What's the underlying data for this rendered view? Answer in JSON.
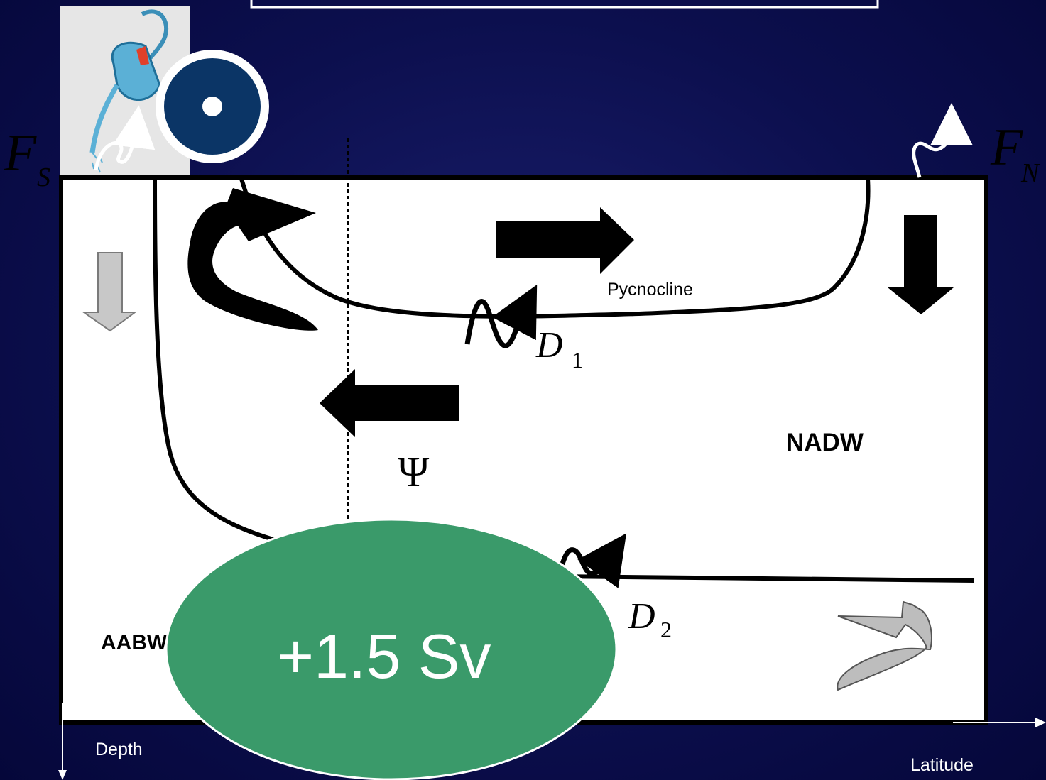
{
  "labels": {
    "pycnocline": "Pycnocline",
    "nadw": "NADW",
    "aabw": "AABW",
    "depth": "Depth",
    "latitude": "Latitude",
    "psi": "Ψ",
    "fs_main": "F",
    "fs_sub": "S",
    "fn_main": "F",
    "fn_sub": "N",
    "d1_main": "D",
    "d1_sub": "1",
    "d2_main": "D",
    "d2_sub": "2",
    "flux_badge": "+1.5 Sv"
  },
  "colors": {
    "background": "#0c0f4e",
    "badge": "#3a9a6a",
    "gray_arrow": "#bdbdbd",
    "marker": "#0b3566"
  },
  "icons": [
    "watering-can-icon",
    "surface-marker-icon"
  ]
}
